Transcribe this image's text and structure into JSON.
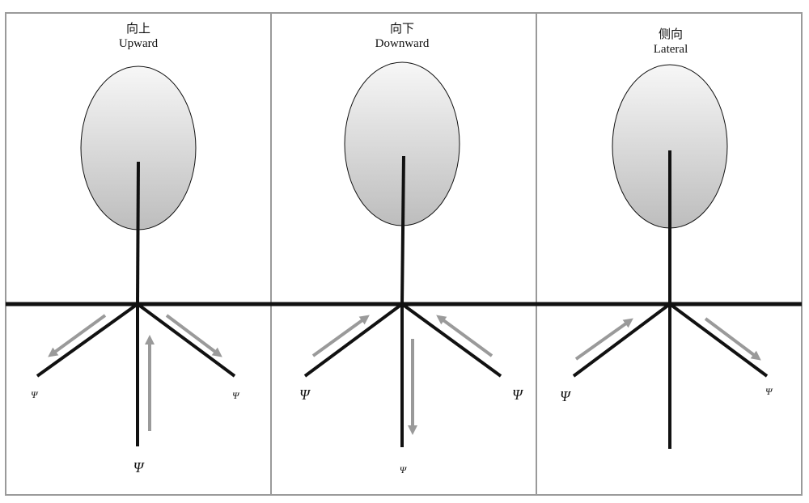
{
  "colors": {
    "border": "#9a9a9a",
    "line": "#111111",
    "arrow": "#9a9a9a",
    "ellipse_top": "#f7f7f7",
    "ellipse_bottom": "#bdbdbd"
  },
  "panels": [
    {
      "title_cn": "向上",
      "title_en": "Upward",
      "arrows": [
        "center-to-left",
        "center-to-right",
        "bottom-to-center"
      ],
      "psi": {
        "left": "Ψ",
        "right": "Ψ",
        "bottom": "Ψ"
      },
      "psi_sizes": {
        "left": "small",
        "right": "small",
        "bottom": "large"
      }
    },
    {
      "title_cn": "向下",
      "title_en": "Downward",
      "arrows": [
        "left-to-center",
        "right-to-center",
        "center-to-bottom"
      ],
      "psi": {
        "left": "Ψ",
        "right": "Ψ",
        "bottom": "Ψ"
      },
      "psi_sizes": {
        "left": "large",
        "right": "large",
        "bottom": "small"
      }
    },
    {
      "title_cn": "侧向",
      "title_en": "Lateral",
      "arrows": [
        "left-to-center",
        "center-to-right"
      ],
      "psi": {
        "left": "Ψ",
        "right": "Ψ"
      },
      "psi_sizes": {
        "left": "large",
        "right": "small"
      }
    }
  ]
}
